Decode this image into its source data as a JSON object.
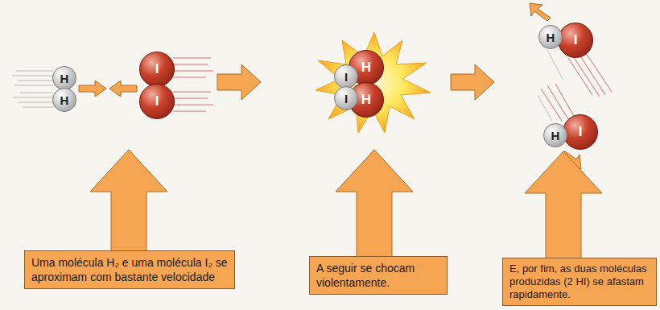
{
  "diagram": {
    "nodes": [
      {
        "text": [
          "H"
        ]
      },
      {
        "text": [
          "H"
        ]
      },
      {
        "text": [
          "I"
        ]
      },
      {
        "text": [
          "I"
        ]
      },
      {
        "text": [
          "H"
        ]
      },
      {
        "text": [
          "H"
        ]
      },
      {
        "text": [
          "I"
        ]
      },
      {
        "text": [
          "I"
        ]
      },
      {
        "text": [
          "H"
        ]
      },
      {
        "text": [
          "I"
        ]
      },
      {
        "text": [
          "H"
        ]
      },
      {
        "text": [
          "I"
        ]
      },
      {
        "text": [
          "Uma molécula H₂ e uma molécula I₂ se aproximam com bastante velocidade"
        ]
      },
      {
        "text": [
          "A seguir se chocam violentamente."
        ]
      },
      {
        "text": [
          "E, por fim, as duas moléculas produzidas (2 HI) se afastam rapidamente."
        ]
      }
    ]
  }
}
